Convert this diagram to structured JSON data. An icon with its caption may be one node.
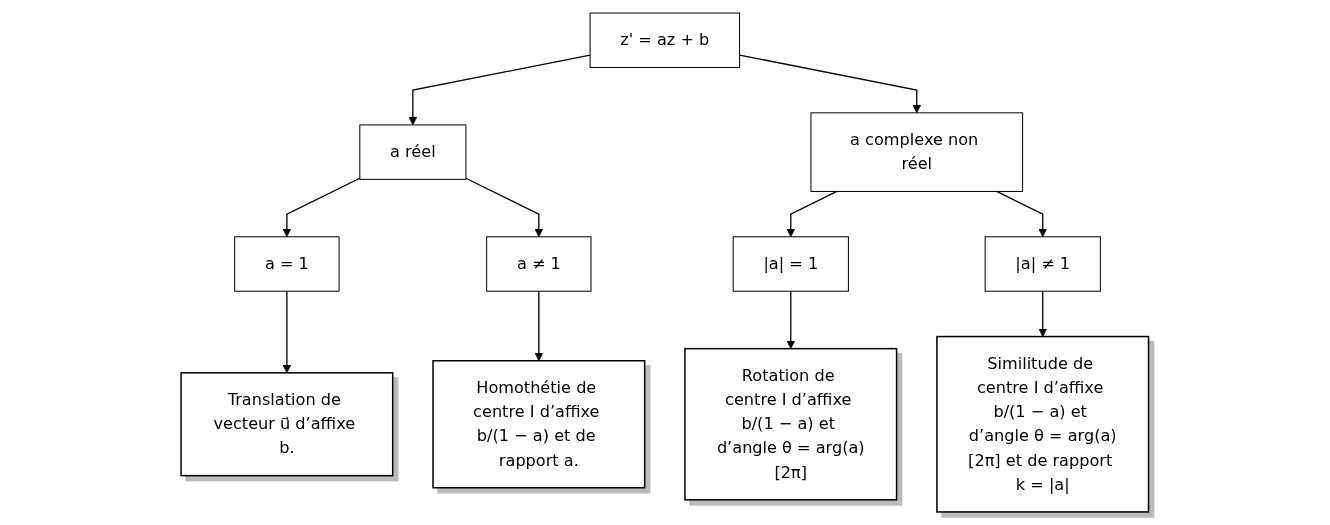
{
  "diagram": {
    "nodes": [
      {
        "text": [
          "z' = az + b"
        ]
      },
      {
        "text": [
          "a réel"
        ]
      },
      {
        "text": [
          "a complexe non réel"
        ]
      },
      {
        "text": [
          "a = 1"
        ]
      },
      {
        "text": [
          "a ≠ 1"
        ]
      },
      {
        "text": [
          "|a| = 1"
        ]
      },
      {
        "text": [
          "|a| ≠ 1"
        ]
      },
      {
        "text": [
          "Translation de vecteur u⃗ d’affixe b."
        ]
      },
      {
        "text": [
          "Homothétie de centre I d’affixe b/(1 − a) et de rapport a."
        ]
      },
      {
        "text": [
          "Rotation de centre I d’affixe b/(1 − a) et d’angle θ = arg(a)[2π]"
        ]
      },
      {
        "text": [
          "Similitude de centre I d’affixe b/(1 − a) et d’angle θ = arg(a)[2π] et de rapport k = |a|"
        ]
      }
    ],
    "edges": [
      {
        "from": 0,
        "to": 1,
        "arrow": "to"
      },
      {
        "from": 0,
        "to": 2,
        "arrow": "to"
      },
      {
        "from": 1,
        "to": 3,
        "arrow": "to"
      },
      {
        "from": 1,
        "to": 4,
        "arrow": "to"
      },
      {
        "from": 2,
        "to": 5,
        "arrow": "to"
      },
      {
        "from": 2,
        "to": 6,
        "arrow": "to"
      },
      {
        "from": 3,
        "to": 7,
        "arrow": "to"
      },
      {
        "from": 4,
        "to": 8,
        "arrow": "to"
      },
      {
        "from": 5,
        "to": 9,
        "arrow": "to"
      },
      {
        "from": 6,
        "to": 10,
        "arrow": "to"
      }
    ]
  }
}
